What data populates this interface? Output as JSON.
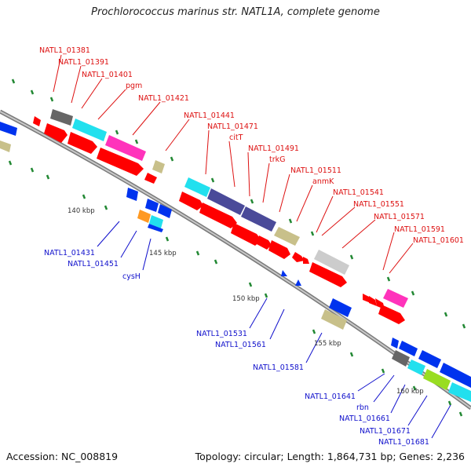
{
  "title": "Prochlorococcus marinus str. NATL1A, complete genome",
  "footer": {
    "accession": "Accession: NC_008819",
    "summary": "Topology: circular; Length: 1,864,731 bp; Genes: 2,236"
  },
  "colors": {
    "backbone": "#9a9a9a",
    "red": "#ff0000",
    "blue": "#0033ee",
    "cyan": "#22e0ee",
    "magenta": "#ff33bb",
    "purple": "#4a4a99",
    "khaki": "#c8c08a",
    "gray": "#666666",
    "lightgray": "#cccccc",
    "orange": "#ff9922",
    "lime": "#99dd22",
    "green_tick": "#228833"
  },
  "scale_marks": [
    "140 kbp",
    "145 kbp",
    "150 kbp",
    "155 kbp",
    "160 kbp"
  ],
  "top_labels": [
    "NATL1_01381",
    "NATL1_01391",
    "NATL1_01401",
    "pgm",
    "NATL1_01421",
    "NATL1_01441",
    "NATL1_01471",
    "citT",
    "NATL1_01491",
    "trkG",
    "NATL1_01511",
    "anmK",
    "NATL1_01541",
    "NATL1_01551",
    "NATL1_01571",
    "NATL1_01591",
    "NATL1_01601"
  ],
  "bottom_labels": [
    "NATL1_01431",
    "NATL1_01451",
    "cysH",
    "NATL1_01531",
    "NATL1_01561",
    "NATL1_01581",
    "NATL1_01641",
    "rbn",
    "NATL1_01661",
    "NATL1_01671",
    "NATL1_01681"
  ]
}
